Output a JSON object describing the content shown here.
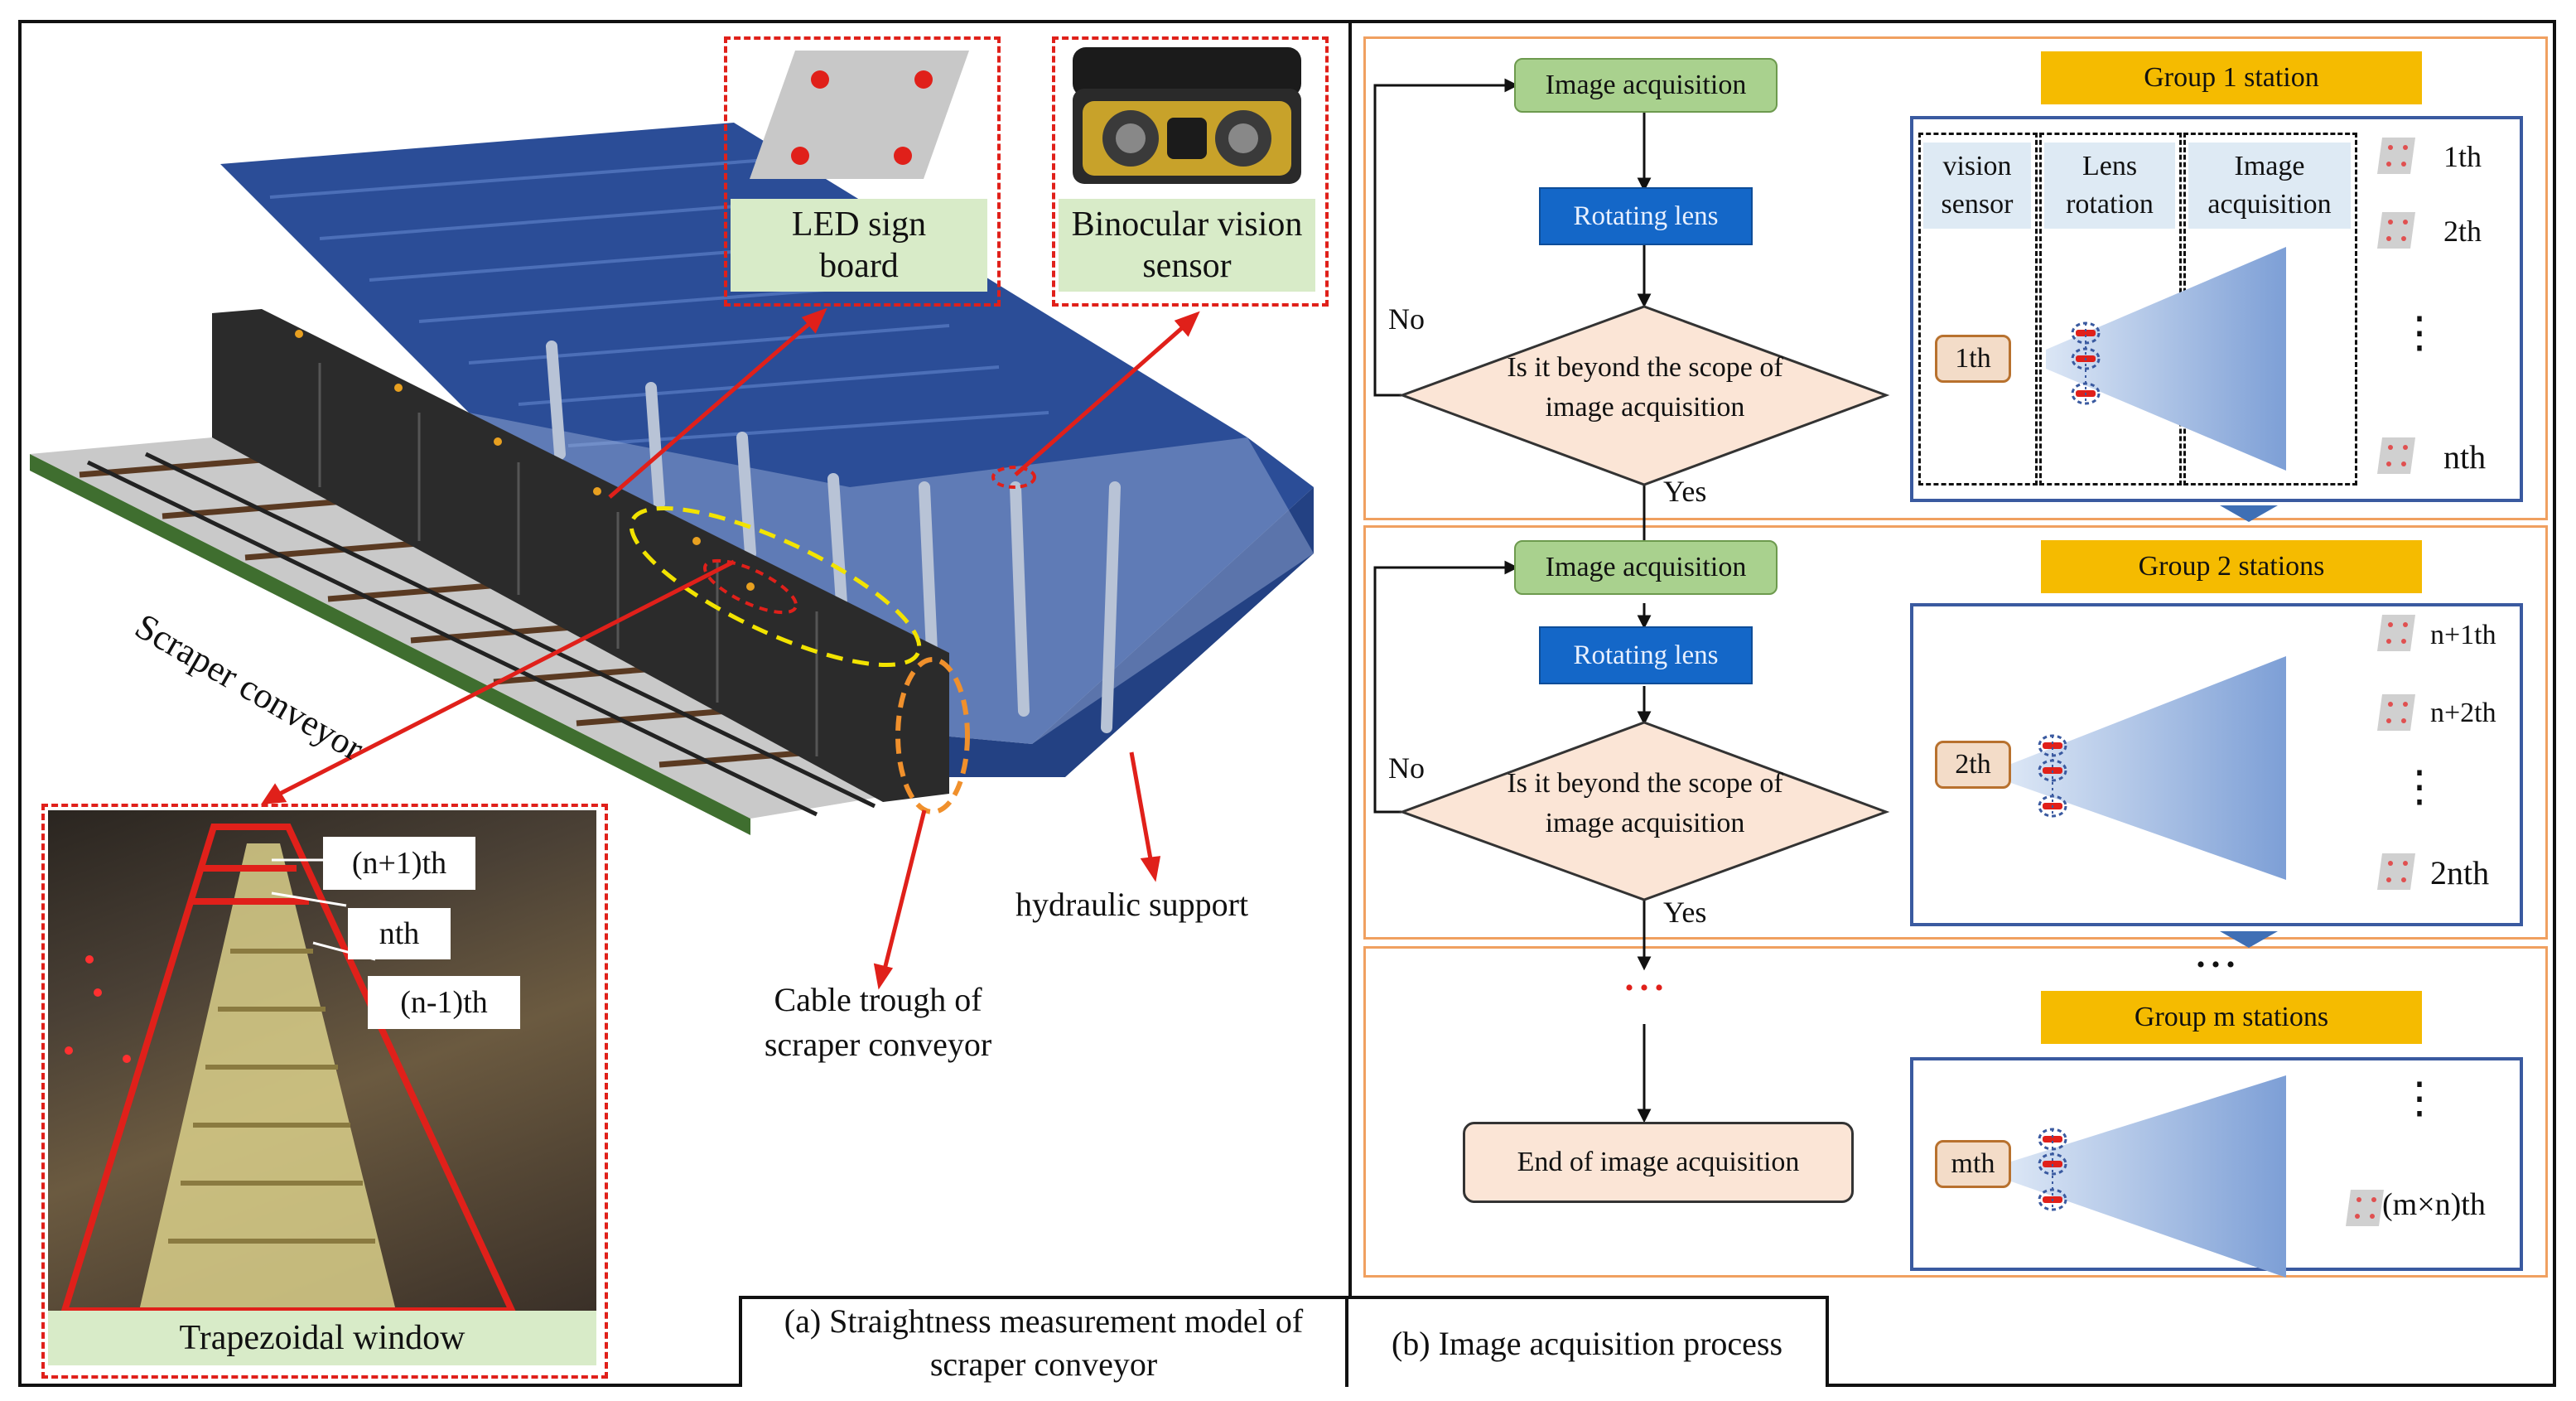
{
  "panel_a": {
    "led_board": "LED sign board",
    "binocular": "Binocular vision sensor",
    "scraper_conveyor": "Scraper conveyor",
    "hydraulic_support": "hydraulic support",
    "cable_trough": "Cable trough of scraper conveyor",
    "photo": {
      "tag_n_plus_1": "(n+1)th",
      "tag_n": "nth",
      "tag_n_minus_1": "(n-1)th",
      "caption": "Trapezoidal window"
    },
    "caption": "(a) Straightness measurement model of scraper conveyor"
  },
  "panel_b": {
    "caption": "(b) Image acquisition process",
    "group1": {
      "header": "Group 1 station",
      "col_vision_sensor": "vision sensor",
      "col_lens_rotation": "Lens rotation",
      "col_image_acquisition": "Image acquisition",
      "station": "1th",
      "boards": [
        "1th",
        "2th",
        "⋮",
        "nth"
      ]
    },
    "group2": {
      "header": "Group 2 stations",
      "station": "2th",
      "boards": [
        "n+1th",
        "n+2th",
        "⋮",
        "2nth"
      ]
    },
    "groupm": {
      "header": "Group m stations",
      "station": "mth",
      "boards": [
        "⋮",
        "(m×n)th"
      ]
    },
    "flow": {
      "image_acquisition": "Image acquisition",
      "rotating_lens": "Rotating lens",
      "decision": "Is it beyond the scope of image acquisition",
      "no": "No",
      "yes": "Yes",
      "ellipsis": "• • •",
      "end": "End of image acquisition",
      "between_groups": "• • •"
    }
  }
}
